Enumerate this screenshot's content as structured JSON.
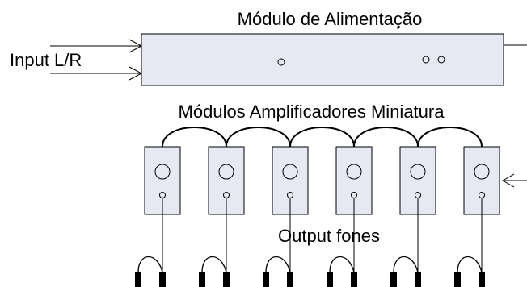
{
  "diagram": {
    "power_module_title": "Módulo de Alimentação",
    "input_label": "Input L/R",
    "amp_modules_title": "Módulos Amplificadores Miniatura",
    "output_label": "Output fones",
    "module_count": 6,
    "headphone_count": 6
  },
  "colors": {
    "box_fill": "#e6e9f2",
    "stroke": "#000000",
    "background": "#ffffff"
  }
}
